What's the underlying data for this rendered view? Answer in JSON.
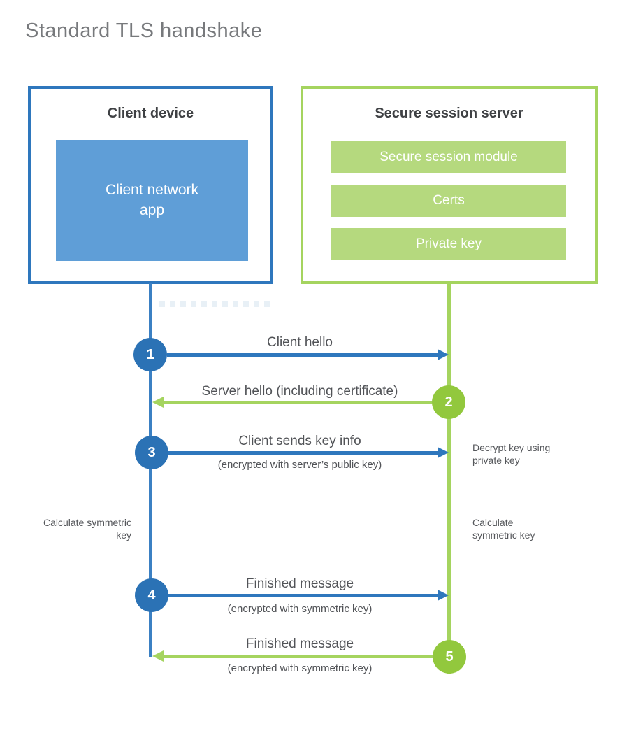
{
  "title": "Standard TLS handshake",
  "colors": {
    "blue": "#2e77bd",
    "blue_line": "#3b80c3",
    "blue_fill": "#5f9ed7",
    "blue_circle": "#2b72b5",
    "green": "#a5d45f",
    "green_circle": "#92c83d",
    "green_fill": "#b5d97e",
    "heading_text": "#3f4144",
    "label_text": "#515357",
    "note_text": "#55575b",
    "title_text": "#77797c"
  },
  "client": {
    "title": "Client device",
    "app": "Client network app"
  },
  "server": {
    "title": "Secure session server",
    "modules": [
      "Secure session module",
      "Certs",
      "Private key"
    ]
  },
  "steps": [
    {
      "num": "1",
      "label": "Client hello",
      "sub": ""
    },
    {
      "num": "2",
      "label": "Server hello (including certificate)",
      "sub": ""
    },
    {
      "num": "3",
      "label": "Client sends key info",
      "sub": "(encrypted with server’s public key)"
    },
    {
      "num": "4",
      "label": "Finished message",
      "sub": "(encrypted with symmetric key)"
    },
    {
      "num": "5",
      "label": "Finished message",
      "sub": "(encrypted with symmetric key)"
    }
  ],
  "notes": {
    "decrypt": "Decrypt key using private key",
    "calculate_left": "Calculate symmetric key",
    "calculate_right": "Calculate symmetric key"
  }
}
